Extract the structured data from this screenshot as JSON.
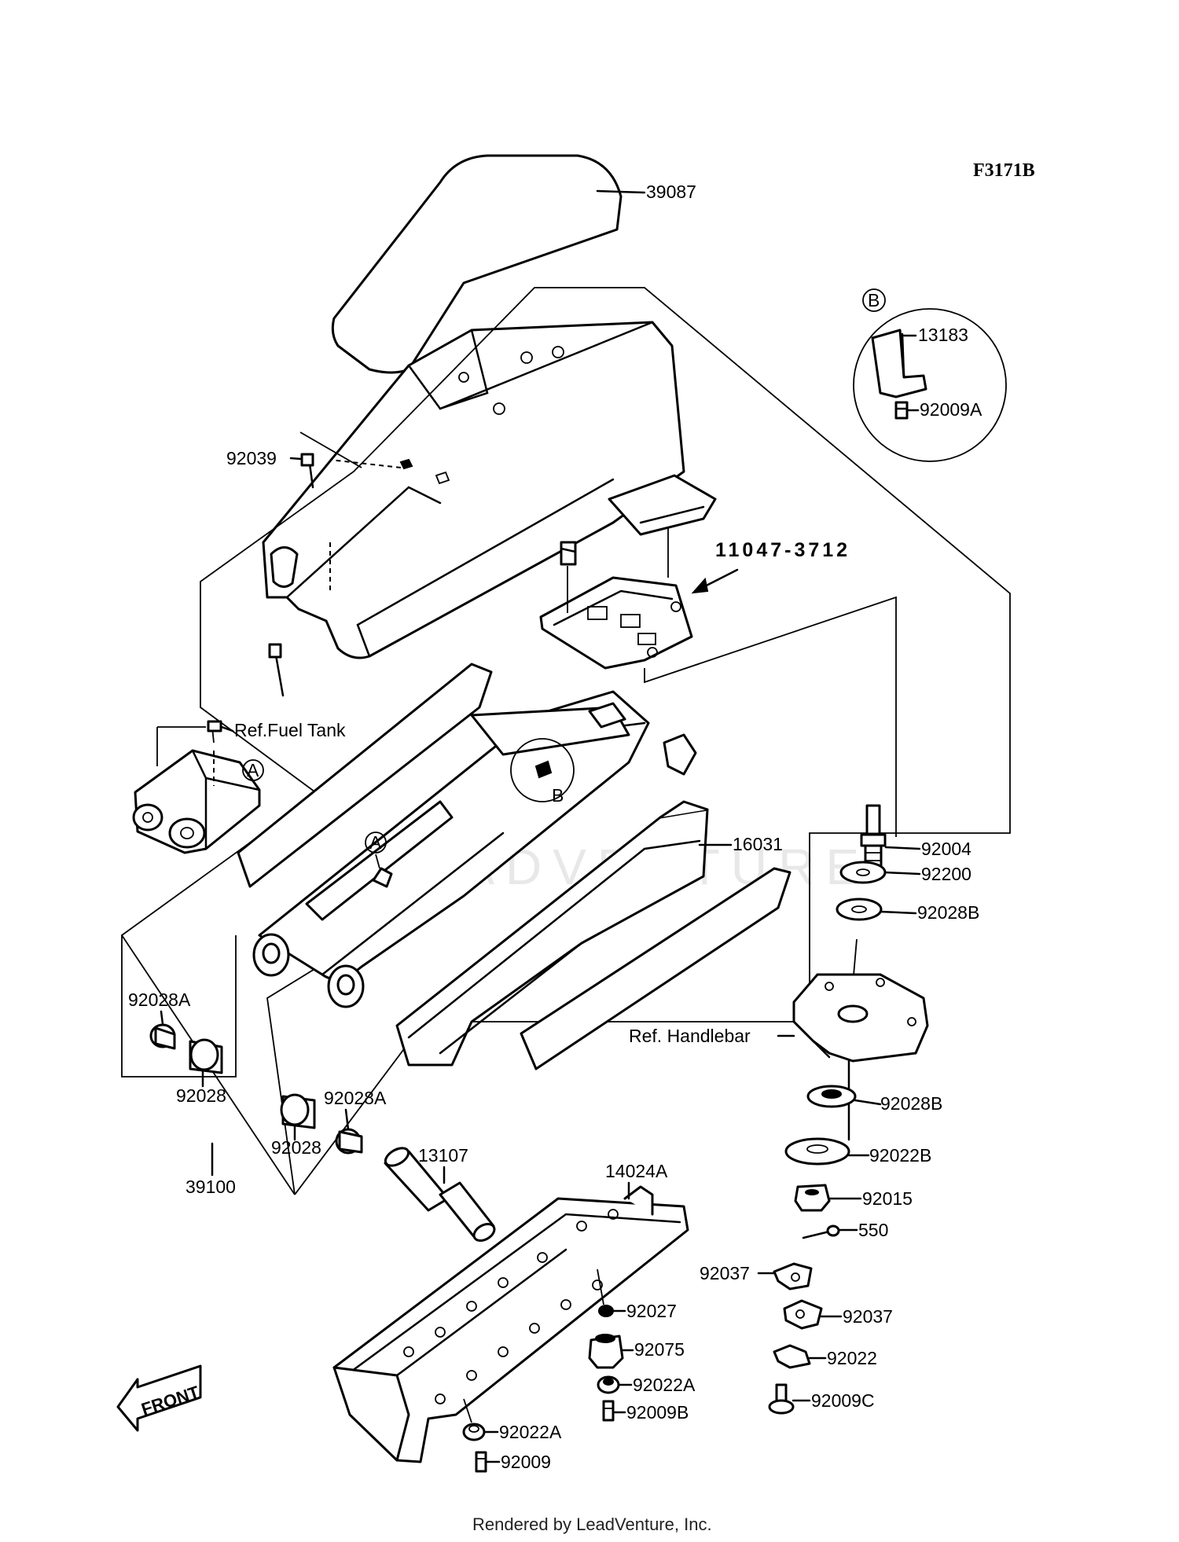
{
  "diagram_code": "F3171B",
  "footer": "Rendered by LeadVenture, Inc.",
  "watermark": "LEADVENTURE",
  "front_label": "FRONT",
  "callouts": {
    "a": "A",
    "b": "B"
  },
  "labels": {
    "p39087": "39087",
    "p13183": "13183",
    "p92009A": "92009A",
    "p92039": "92039",
    "p11047": "11047-3712",
    "ref_fuel_tank": "Ref.Fuel Tank",
    "p92004": "92004",
    "p16031": "16031",
    "p92200": "92200",
    "p92028B_top": "92028B",
    "ref_handlebar": "Ref. Handlebar",
    "p92028B_bottom": "92028B",
    "p92022B": "92022B",
    "p92015": "92015",
    "p550": "550",
    "p92037_a": "92037",
    "p92037_b": "92037",
    "p92022": "92022",
    "p92009C": "92009C",
    "p92028A_left": "92028A",
    "p92028_left": "92028",
    "p92028A_mid": "92028A",
    "p92028_mid": "92028",
    "p39100": "39100",
    "p13107": "13107",
    "p14024A": "14024A",
    "p92027": "92027",
    "p92075": "92075",
    "p92022A_right": "92022A",
    "p92009B": "92009B",
    "p92022A_left": "92022A",
    "p92009": "92009"
  }
}
